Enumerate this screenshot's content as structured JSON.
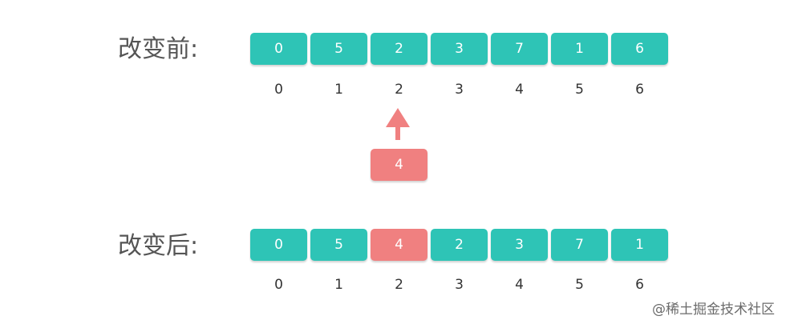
{
  "before": {
    "label": "改变前:",
    "values": [
      "0",
      "5",
      "2",
      "3",
      "7",
      "1",
      "6"
    ],
    "indices": [
      "0",
      "1",
      "2",
      "3",
      "4",
      "5",
      "6"
    ]
  },
  "insert": {
    "value": "4"
  },
  "after": {
    "label": "改变后:",
    "values": [
      "0",
      "5",
      "4",
      "2",
      "3",
      "7",
      "1"
    ],
    "indices": [
      "0",
      "1",
      "2",
      "3",
      "4",
      "5",
      "6"
    ],
    "highlight_index": 2
  },
  "watermark": "@稀土掘金技术社区",
  "colors": {
    "cell": "#2ec4b6",
    "highlight": "#f08080",
    "arrow": "#f08080"
  }
}
